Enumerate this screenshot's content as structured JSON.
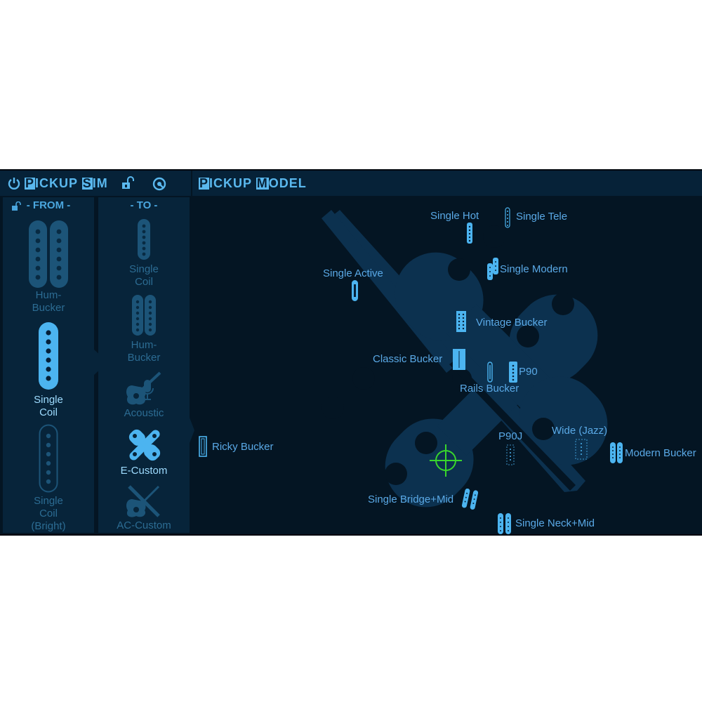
{
  "header": {
    "left_title_p": "P",
    "left_title_rest": "ICKUP ",
    "left_title_s": "S",
    "left_title_rest2": "IM",
    "right_title_p": "P",
    "right_title_rest": "ICKUP ",
    "right_title_m": "M",
    "right_title_rest2": "ODEL"
  },
  "from_column": {
    "heading": "- FROM -",
    "options": [
      {
        "line1": "Hum-",
        "line2": "Bucker",
        "line3": ""
      },
      {
        "line1": "Single",
        "line2": "Coil",
        "line3": ""
      },
      {
        "line1": "Single",
        "line2": "Coil",
        "line3": "(Bright)"
      }
    ],
    "selected": "Single Coil"
  },
  "to_column": {
    "heading": "- TO -",
    "options": [
      {
        "line1": "Single",
        "line2": "Coil"
      },
      {
        "line1": "Hum-",
        "line2": "Bucker"
      },
      {
        "line1": "Acoustic",
        "line2": ""
      },
      {
        "line1": "E-Custom",
        "line2": ""
      },
      {
        "line1": "AC-Custom",
        "line2": ""
      }
    ],
    "selected": "E-Custom"
  },
  "models": {
    "single_hot": "Single Hot",
    "single_tele": "Single Tele",
    "single_active": "Single Active",
    "single_modern": "Single Modern",
    "vintage_bucker": "Vintage Bucker",
    "classic_bucker": "Classic Bucker",
    "p90": "P90",
    "rails_bucker": "Rails Bucker",
    "ricky_bucker": "Ricky Bucker",
    "p90j": "P90J",
    "wide_jazz": "Wide (Jazz)",
    "modern_bucker": "Modern Bucker",
    "single_bridge_mid": "Single Bridge+Mid",
    "single_neck_mid": "Single Neck+Mid"
  },
  "colors": {
    "accent": "#5ab8ee",
    "selected": "#9edcff",
    "dim": "#2c6c93",
    "crosshair": "#39d62c",
    "background": "#041523"
  }
}
